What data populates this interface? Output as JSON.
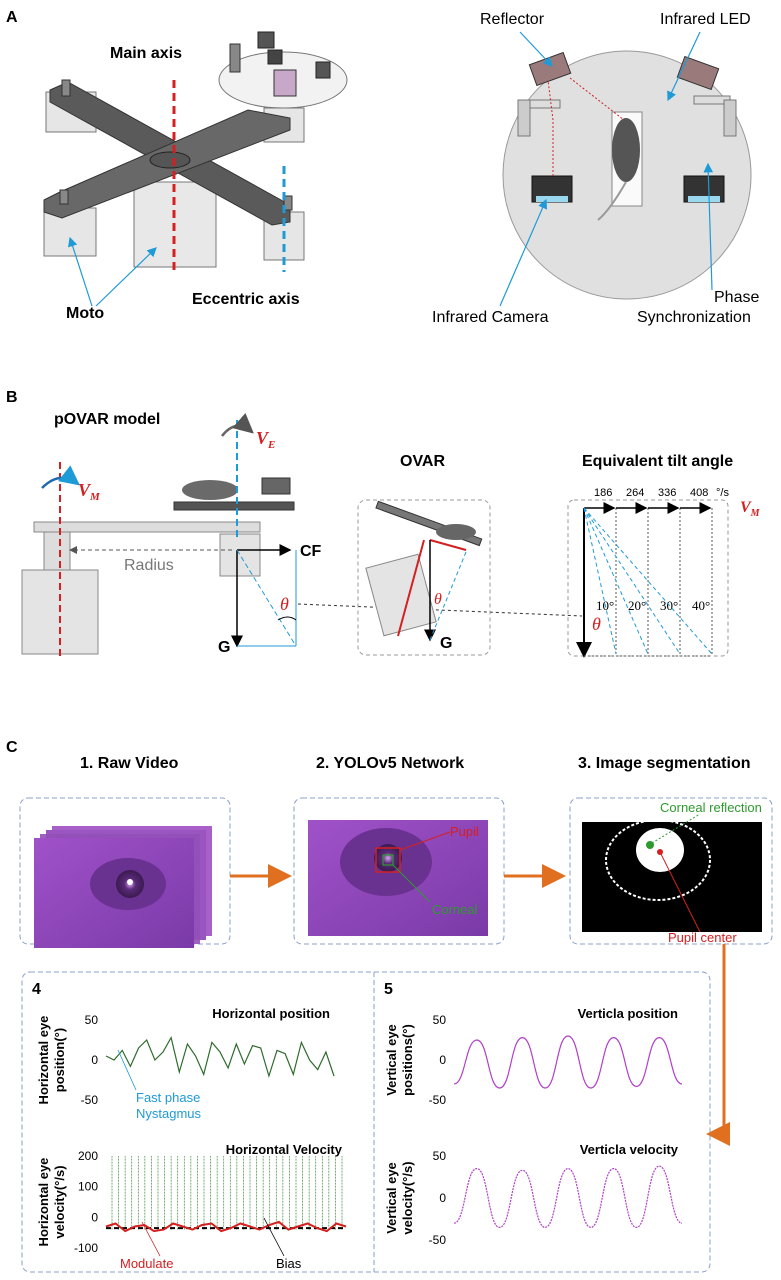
{
  "panel_a": {
    "letter": "A",
    "main_axis": "Main axis",
    "eccentric_axis": "Eccentric axis",
    "moto": "Moto",
    "reflector": "Reflector",
    "infrared_led": "Infrared LED",
    "infrared_camera": "Infrared Camera",
    "phase": "Phase",
    "synchronization": "Synchronization"
  },
  "panel_b": {
    "letter": "B",
    "povar_model": "pOVAR model",
    "ve_main": "V",
    "ve_sub": "E",
    "vm_main": "V",
    "vm_sub": "M",
    "radius": "Radius",
    "cf": "CF",
    "g": "G",
    "theta": "θ",
    "ovar": "OVAR",
    "equiv_title": "Equivalent tilt angle",
    "speeds": [
      "186",
      "264",
      "336",
      "408"
    ],
    "speed_unit": "°/s",
    "angles": [
      "10°",
      "20°",
      "30°",
      "40°"
    ]
  },
  "panel_c": {
    "letter": "C",
    "step1": "1. Raw Video",
    "step2": "2. YOLOv5 Network",
    "step3": "3. Image segmentation",
    "pupil": "Pupil",
    "corneal": "Corneal",
    "corneal_reflection": "Corneal reflection",
    "pupil_center": "Pupil center",
    "step4": "4",
    "step5": "5",
    "fast_phase": "Fast phase",
    "nystagmus": "Nystagmus",
    "modulate": "Modulate",
    "bias": "Bias"
  },
  "colors": {
    "red_axis": "#d42020",
    "blue_axis": "#1e9ad6",
    "orange_arrow": "#e07020",
    "purple": "#b040c8",
    "green": "#2e6b2e",
    "dashed_box": "#8aa0c8"
  },
  "chart_data": [
    {
      "type": "line",
      "title": "Horizontal position",
      "ylabel": "Horizontal eye position(°)",
      "ylim": [
        -50,
        50
      ],
      "yticks": [
        "50",
        "0",
        "-50"
      ],
      "series": [
        {
          "values": [
            5,
            0,
            12,
            -8,
            15,
            25,
            0,
            10,
            28,
            -15,
            20,
            5,
            -18,
            22,
            10,
            -10,
            20,
            -5,
            18,
            15,
            -20,
            12,
            8,
            -18,
            22,
            0,
            -12,
            10,
            -20
          ]
        }
      ]
    },
    {
      "type": "line",
      "title": "Horizontal Velocity",
      "ylabel": "Horizontal eye velocity(°/s)",
      "ylim": [
        -100,
        200
      ],
      "yticks": [
        "200",
        "100",
        "0",
        "-100"
      ],
      "series": [
        {
          "values": [
            -30,
            -20,
            -45,
            -30,
            -25,
            -45,
            -40,
            -20,
            -30,
            -40,
            -25,
            -20,
            -45,
            -35,
            -20,
            -30,
            -40,
            -25,
            -15,
            -40,
            -30,
            -20,
            -35,
            -45,
            -20,
            -30
          ]
        }
      ]
    },
    {
      "type": "line",
      "title": "Verticla position",
      "ylabel": "Vertical eye positions(°)",
      "ylim": [
        -50,
        50
      ],
      "yticks": [
        "50",
        "0",
        "-50"
      ],
      "series": [
        {
          "values": [
            -30,
            25,
            -35,
            28,
            -35,
            30,
            -35,
            28,
            -33,
            28,
            -30
          ]
        }
      ]
    },
    {
      "type": "line",
      "title": "Verticla velocity",
      "ylabel": "Vertical eye velocity(°/s)",
      "ylim": [
        -50,
        50
      ],
      "yticks": [
        "50",
        "0",
        "-50"
      ],
      "series": [
        {
          "values": [
            -30,
            35,
            -35,
            33,
            -35,
            35,
            -35,
            35,
            -35,
            38,
            -30
          ]
        }
      ]
    }
  ]
}
